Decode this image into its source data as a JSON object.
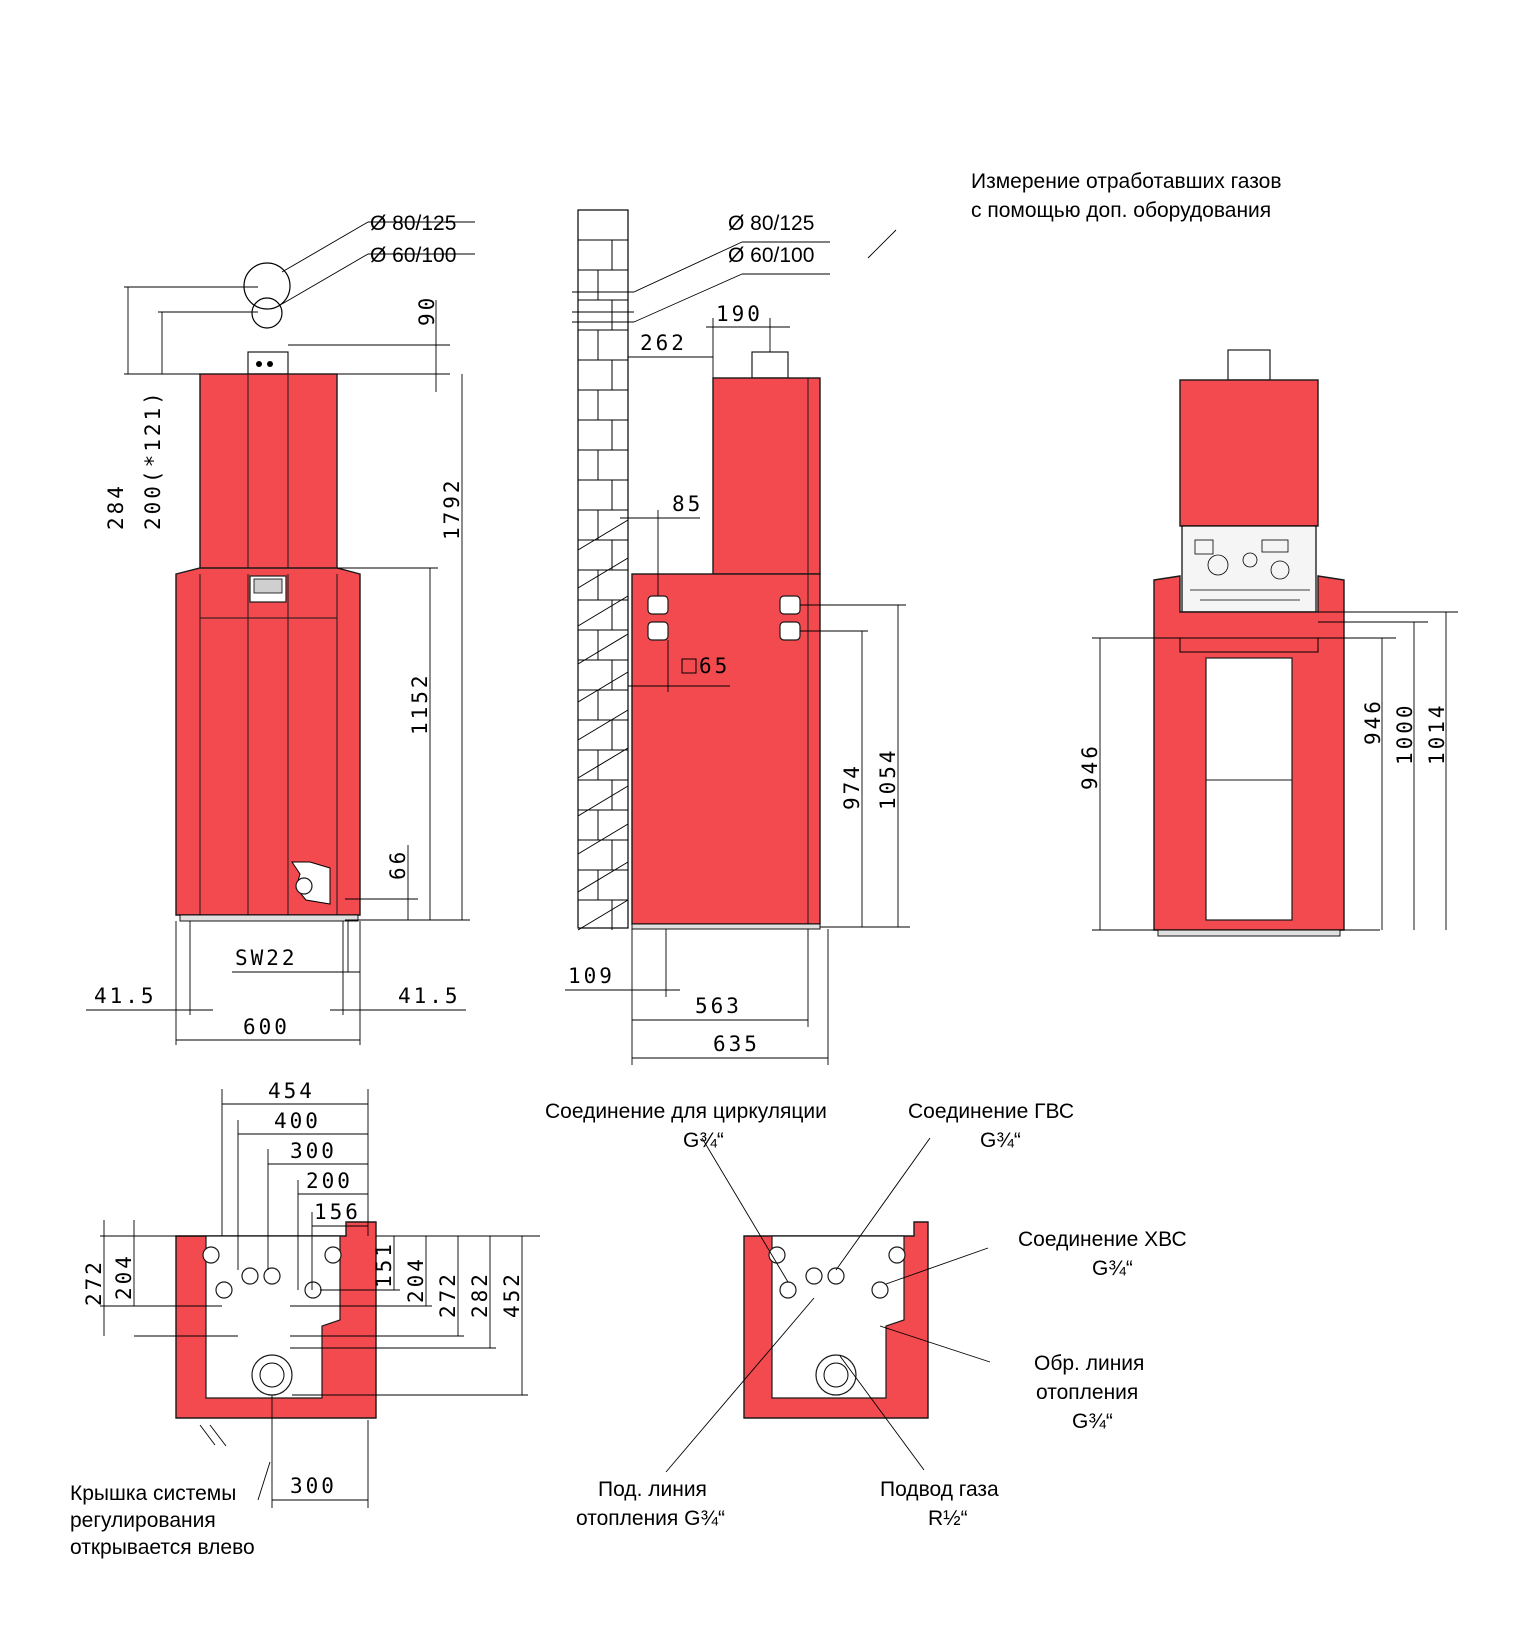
{
  "header": {
    "flue_gas_note": [
      "Измерение отработавших газов",
      "с помощью доп. оборудования"
    ]
  },
  "front_view": {
    "flue_diameters": [
      "Ø 80/125",
      "Ø 60/100"
    ],
    "dims": {
      "d90": "90",
      "d284": "284",
      "d200": "200(*121)",
      "d1792": "1792",
      "d1152": "1152",
      "d66": "66",
      "sw22": "SW22",
      "d41_left": "41.5",
      "d41_right": "41.5",
      "d600": "600"
    }
  },
  "side_view": {
    "flue_diameters": [
      "Ø 80/125",
      "Ø 60/100"
    ],
    "dims": {
      "d190": "190",
      "d262": "262",
      "d85": "85",
      "d65": "65",
      "d974": "974",
      "d1054": "1054",
      "d109": "109",
      "d563": "563",
      "d635": "635"
    }
  },
  "rear_view": {
    "dims": {
      "d946_left": "946",
      "d946_right": "946",
      "d1000": "1000",
      "d1014": "1014"
    }
  },
  "bottom_view": {
    "dims": {
      "d454": "454",
      "d400": "400",
      "d300": "300",
      "d200": "200",
      "d156": "156",
      "d272_left": "272",
      "d204_left": "204",
      "d151": "151",
      "d204_right": "204",
      "d272_right": "272",
      "d282": "282",
      "d452": "452",
      "d300_bottom": "300"
    },
    "note": [
      "Крышка системы",
      "регулирования",
      "открывается влево"
    ]
  },
  "connections": {
    "circulation": [
      "Соединение для циркуляции",
      "G¾“"
    ],
    "dhw": [
      "Соединение ГВС",
      "G¾“"
    ],
    "cold_water": [
      "Соединение ХВС",
      "G¾“"
    ],
    "heating_return": [
      "Обр. линия",
      "отопления",
      "G¾“"
    ],
    "heating_flow": [
      "Под. линия",
      "отопления G¾“"
    ],
    "gas_supply": [
      "Подвод газа",
      "R½“"
    ]
  },
  "colors": {
    "boiler_red": "#f34a4f",
    "line": "#000000",
    "background": "#ffffff"
  }
}
